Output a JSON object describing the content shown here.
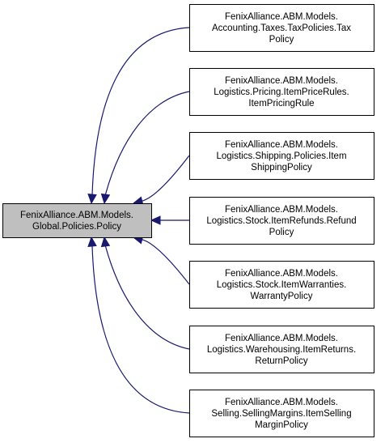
{
  "diagram": {
    "base": {
      "lines": [
        "FenixAlliance.ABM.Models.",
        "Global.Policies.Policy"
      ]
    },
    "derived": [
      {
        "lines": [
          "FenixAlliance.ABM.Models.",
          "Accounting.Taxes.TaxPolicies.Tax",
          "Policy"
        ]
      },
      {
        "lines": [
          "FenixAlliance.ABM.Models.",
          "Logistics.Pricing.ItemPriceRules.",
          "ItemPricingRule"
        ]
      },
      {
        "lines": [
          "FenixAlliance.ABM.Models.",
          "Logistics.Shipping.Policies.Item",
          "ShippingPolicy"
        ]
      },
      {
        "lines": [
          "FenixAlliance.ABM.Models.",
          "Logistics.Stock.ItemRefunds.Refund",
          "Policy"
        ]
      },
      {
        "lines": [
          "FenixAlliance.ABM.Models.",
          "Logistics.Stock.ItemWarranties.",
          "WarrantyPolicy"
        ]
      },
      {
        "lines": [
          "FenixAlliance.ABM.Models.",
          "Logistics.Warehousing.ItemReturns.",
          "ReturnPolicy"
        ]
      },
      {
        "lines": [
          "FenixAlliance.ABM.Models.",
          "Selling.SellingMargins.ItemSelling",
          "MarginPolicy"
        ]
      }
    ],
    "colors": {
      "base_fill": "#bfbfbf",
      "node_fill": "#ffffff",
      "node_stroke": "#000000",
      "edge": "#191970"
    }
  }
}
